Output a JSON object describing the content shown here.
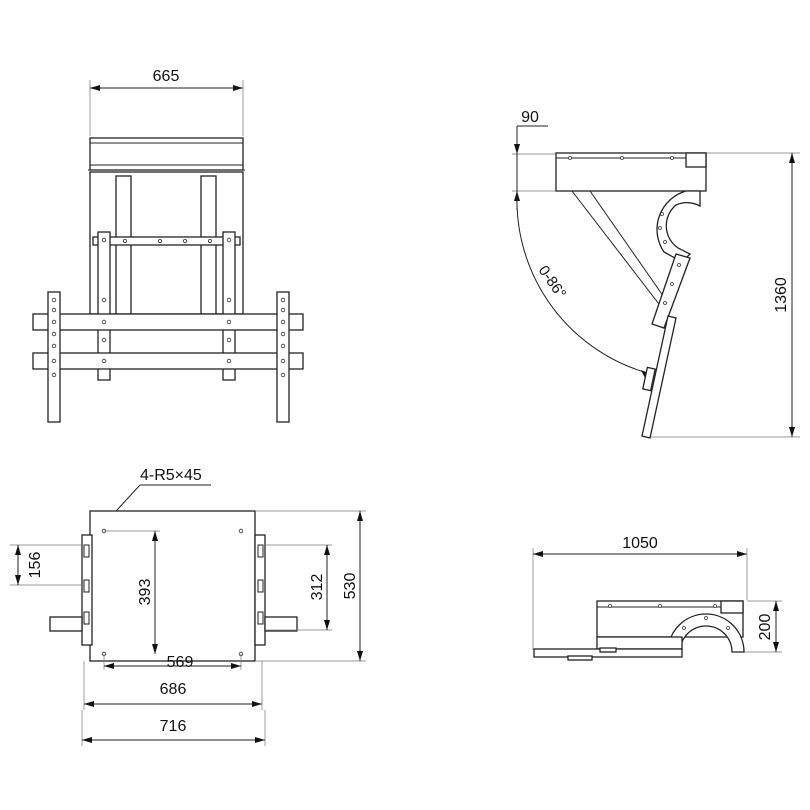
{
  "views": {
    "front": {
      "width_label": "665"
    },
    "side_tilted": {
      "offset_label": "90",
      "height_label": "1360",
      "angle_label": "0-86°"
    },
    "plan": {
      "corner_label": "4-R5×45",
      "left_label": "156",
      "inner_height_label": "393",
      "right_inner_label": "312",
      "right_outer_label": "530",
      "hole_span_label": "569",
      "frame_label": "686",
      "overall_label": "716"
    },
    "side_folded": {
      "length_label": "1050",
      "height_label": "200"
    }
  }
}
